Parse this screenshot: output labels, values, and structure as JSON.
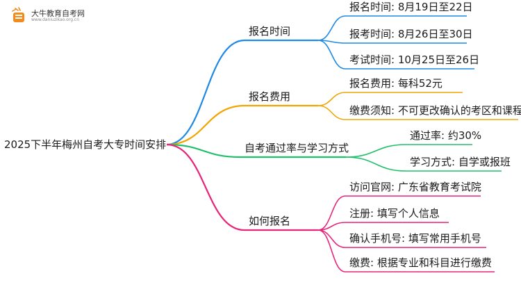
{
  "logo": {
    "name": "大牛教育自考网",
    "url": "www.daniuzikao.org.cn"
  },
  "root": "2025下半年梅州自考大专时间安排",
  "branches": [
    {
      "label": "报名时间",
      "color": "#1e88e5",
      "children": [
        "报名时间: 8月19日至22日",
        "报考时间: 8月26日至30日",
        "考试时间: 10月25日至26日"
      ]
    },
    {
      "label": "报名费用",
      "color": "#f0a500",
      "children": [
        "报名费用: 每科52元",
        "缴费须知: 不可更改确认的考区和课程"
      ]
    },
    {
      "label": "自考通过率与学习方式",
      "color": "#1fbf6a",
      "children": [
        "通过率: 约30%",
        "学习方式: 自学或报班"
      ]
    },
    {
      "label": "如何报名",
      "color": "#e8247a",
      "children": [
        "访问官网: 广东省教育考试院",
        "注册: 填写个人信息",
        "确认手机号: 填写常用手机号",
        "缴费: 根据专业和科目进行缴费"
      ]
    }
  ]
}
